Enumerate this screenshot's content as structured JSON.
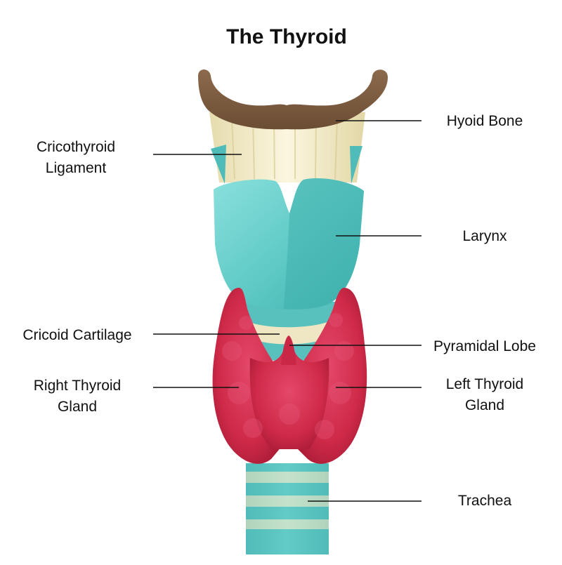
{
  "title": "The Thyroid",
  "labels": {
    "hyoid_bone": "Hyoid Bone",
    "cricothyroid_ligament": [
      "Cricothyroid",
      "Ligament"
    ],
    "larynx": "Larynx",
    "cricoid_cartilage": "Cricoid Cartilage",
    "pyramidal_lobe": "Pyramidal Lobe",
    "right_thyroid_gland": [
      "Right Thyroid",
      "Gland"
    ],
    "left_thyroid_gland": [
      "Left Thyroid",
      "Gland"
    ],
    "trachea": "Trachea"
  },
  "colors": {
    "bone": "#7a5a40",
    "ligament": "#efe7c4",
    "cartilage": "#5cc6c3",
    "gland": "#cf2a48",
    "leader_line": "#111111"
  }
}
